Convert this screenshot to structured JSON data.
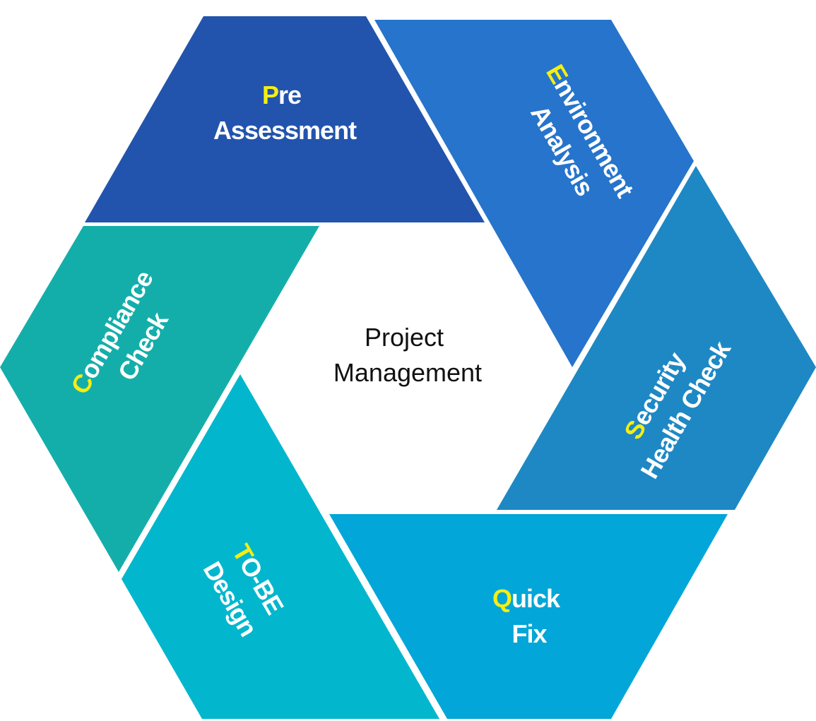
{
  "center": {
    "line1": "Project",
    "line2": "Management"
  },
  "segments": [
    {
      "key": "pre",
      "color": "#2254ad",
      "initial": "P",
      "line1_rest": "re",
      "line2": "Assessment"
    },
    {
      "key": "env",
      "color": "#2674cc",
      "initial": "E",
      "line1_rest": "nvironment",
      "line2": "Analysis"
    },
    {
      "key": "sec",
      "color": "#1e88c4",
      "initial": "S",
      "line1_rest": "ecurity",
      "line2": "Health Check"
    },
    {
      "key": "quick",
      "color": "#03a6d8",
      "initial": "Q",
      "line1_rest": "uick",
      "line2": "Fix"
    },
    {
      "key": "tobe",
      "color": "#02b7cd",
      "initial": "T",
      "line1_rest": "O-BE",
      "line2": "Design"
    },
    {
      "key": "comp",
      "color": "#14aeaa",
      "initial": "C",
      "line1_rest": "ompliance",
      "line2": "Check"
    }
  ],
  "colors": {
    "initial_highlight": "#f5ee12",
    "label_text": "#ffffff",
    "center_text": "#111111"
  }
}
